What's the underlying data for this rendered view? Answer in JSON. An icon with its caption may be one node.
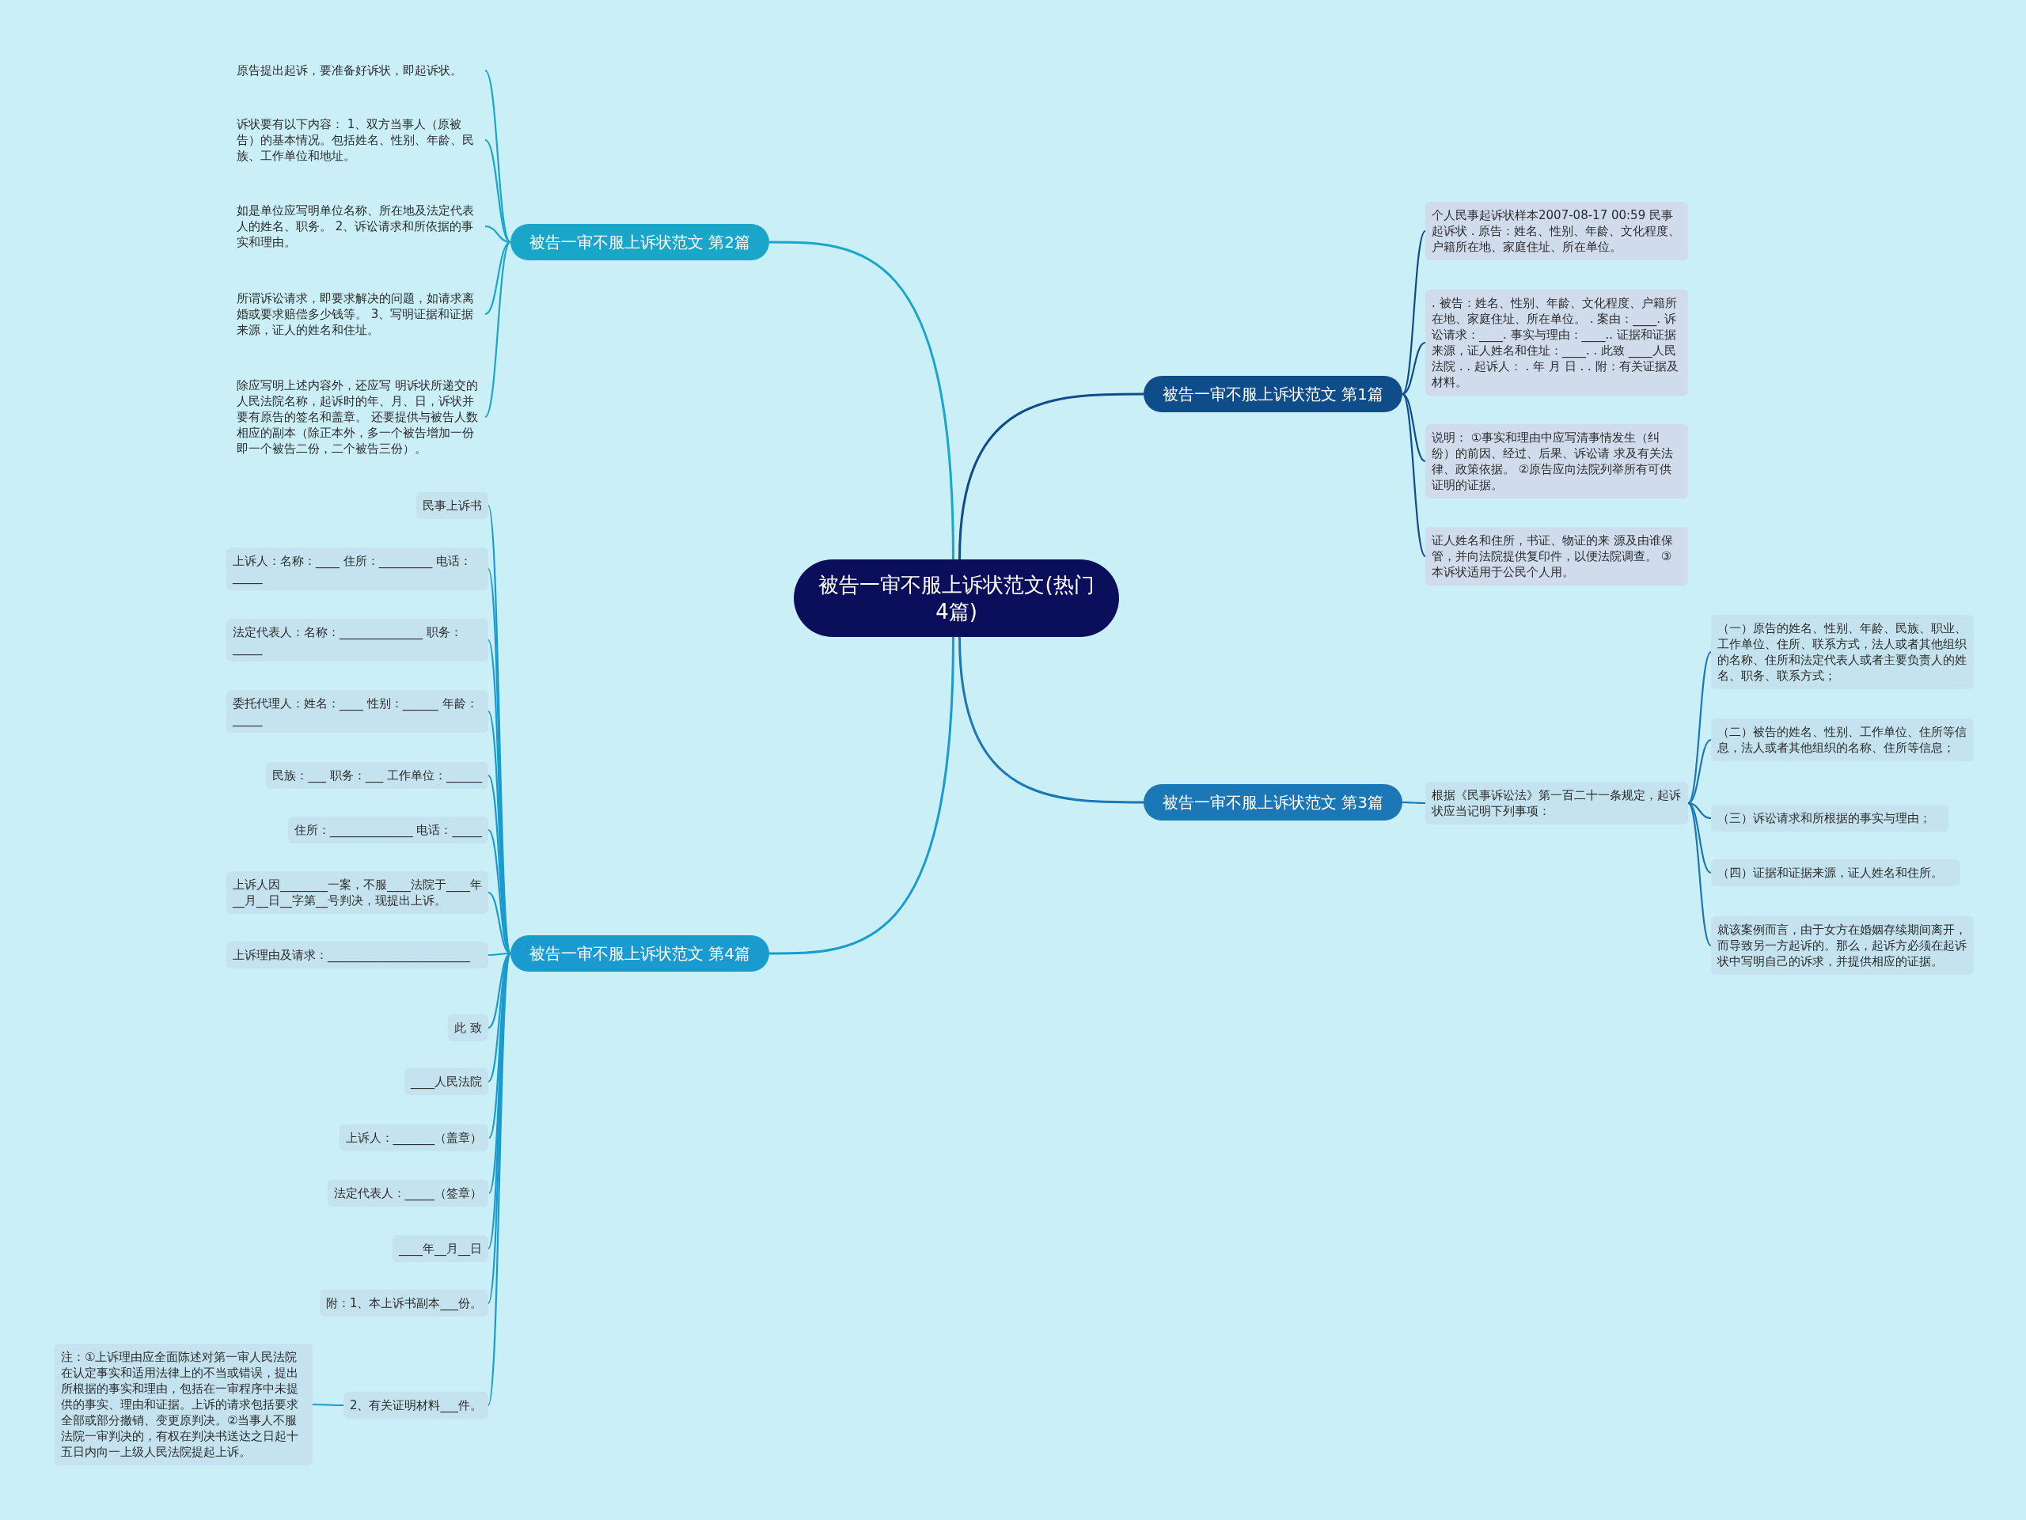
{
  "diagram": {
    "nodes": [
      {
        "text": [
          "被告一审不服上诉状范文(热门4篇)"
        ]
      },
      {
        "text": [
          "被告一审不服上诉状范文 第1篇"
        ]
      },
      {
        "text": [
          "个人民事起诉状样本2007-08-17 00:59 民事起诉状 . 原告：姓名、性别、年龄、文化程度、户籍所在地、家庭住址、所在单位。"
        ]
      },
      {
        "text": [
          ". 被告：姓名、性别、年龄、文化程度、户籍所在地、家庭住址、所在单位。 . 案由：____. 诉讼请求：____. 事实与理由：____.. 证据和证据来源，证人姓名和住址：____. . 此致 ____人民法院 . . 起诉人： . 年 月 日 . . 附：有关证据及材料。"
        ]
      },
      {
        "text": [
          "说明： ①事实和理由中应写清事情发生（纠纷）的前因、经过、后果、诉讼请 求及有关法律、政策依据。 ②原告应向法院列举所有可供证明的证据。"
        ]
      },
      {
        "text": [
          "证人姓名和住所，书证、物证的来 源及由谁保管，并向法院提供复印件，以便法院调查。 ③本诉状适用于公民个人用。"
        ]
      },
      {
        "text": [
          "被告一审不服上诉状范文 第2篇"
        ]
      },
      {
        "text": [
          "原告提出起诉，要准备好诉状，即起诉状。"
        ]
      },
      {
        "text": [
          "诉状要有以下内容： 1、双方当事人（原被告）的基本情况。包括姓名、性别、年龄、民族、工作单位和地址。"
        ]
      },
      {
        "text": [
          "如是单位应写明单位名称、所在地及法定代表人的姓名、职务。 2、诉讼请求和所依据的事实和理由。"
        ]
      },
      {
        "text": [
          "所谓诉讼请求，即要求解决的问题，如请求离婚或要求赔偿多少钱等。 3、写明证据和证据来源，证人的姓名和住址。"
        ]
      },
      {
        "text": [
          "除应写明上述内容外，还应写 明诉状所递交的人民法院名称，起诉时的年、月、日，诉状并要有原告的签名和盖章。 还要提供与被告人数相应的副本（除正本外，多一个被告增加一份即一个被告二份，二个被告三份）。"
        ]
      },
      {
        "text": [
          "被告一审不服上诉状范文 第3篇"
        ]
      },
      {
        "text": [
          "根据《民事诉讼法》第一百二十一条规定，起诉状应当记明下列事项："
        ]
      },
      {
        "text": [
          "（一）原告的姓名、性别、年龄、民族、职业、工作单位、住所、联系方式，法人或者其他组织的名称、住所和法定代表人或者主要负责人的姓名、职务、联系方式；"
        ]
      },
      {
        "text": [
          "（二）被告的姓名、性别、工作单位、住所等信息，法人或者其他组织的名称、住所等信息；"
        ]
      },
      {
        "text": [
          "（三）诉讼请求和所根据的事实与理由；"
        ]
      },
      {
        "text": [
          "（四）证据和证据来源，证人姓名和住所。"
        ]
      },
      {
        "text": [
          "就该案例而言，由于女方在婚姻存续期间离开，而导致另一方起诉的。那么，起诉方必须在起诉状中写明自己的诉求，并提供相应的证据。"
        ]
      },
      {
        "text": [
          "被告一审不服上诉状范文 第4篇"
        ]
      },
      {
        "text": [
          "民事上诉书"
        ]
      },
      {
        "text": [
          "上诉人：名称：____ 住所：_________ 电话：_____"
        ]
      },
      {
        "text": [
          "法定代表人：名称：______________ 职务：_____"
        ]
      },
      {
        "text": [
          "委托代理人：姓名：____ 性别：______ 年龄：_____"
        ]
      },
      {
        "text": [
          "民族：___ 职务：___ 工作单位：______"
        ]
      },
      {
        "text": [
          "住所：______________ 电话：_____"
        ]
      },
      {
        "text": [
          "上诉人因________一案，不服____法院于____年__月__日__字第__号判决，现提出上诉。"
        ]
      },
      {
        "text": [
          "上诉理由及请求：________________________"
        ]
      },
      {
        "text": [
          "此 致"
        ]
      },
      {
        "text": [
          "____人民法院"
        ]
      },
      {
        "text": [
          "上诉人：_______（盖章）"
        ]
      },
      {
        "text": [
          "法定代表人：_____（签章）"
        ]
      },
      {
        "text": [
          "____年__月__日"
        ]
      },
      {
        "text": [
          "附：1、本上诉书副本___份。"
        ]
      },
      {
        "text": [
          "2、有关证明材料___件。"
        ]
      },
      {
        "text": [
          "注：①上诉理由应全面陈述对第一审人民法院在认定事实和适用法律上的不当或错误，提出所根据的事实和理由，包括在一审程序中未提供的事实、理由和证据。上诉的请求包括要求全部或部分撤销、变更原判决。②当事人不服法院一审判决的，有权在判决书送达之日起十五日内向一上级人民法院提起上诉。"
        ]
      }
    ],
    "edges": [
      {
        "from": 0,
        "to": 1,
        "arrow": "none",
        "color": "#0f4c8a"
      },
      {
        "from": 1,
        "to": 2,
        "arrow": "none",
        "color": "#0f4c8a"
      },
      {
        "from": 1,
        "to": 3,
        "arrow": "none",
        "color": "#0f4c8a"
      },
      {
        "from": 1,
        "to": 4,
        "arrow": "none",
        "color": "#0f4c8a"
      },
      {
        "from": 1,
        "to": 5,
        "arrow": "none",
        "color": "#0f4c8a"
      },
      {
        "from": 0,
        "to": 6,
        "arrow": "none",
        "color": "#1aa6c9"
      },
      {
        "from": 6,
        "to": 7,
        "arrow": "none",
        "color": "#1aa6c9"
      },
      {
        "from": 6,
        "to": 8,
        "arrow": "none",
        "color": "#1aa6c9"
      },
      {
        "from": 6,
        "to": 9,
        "arrow": "none",
        "color": "#1aa6c9"
      },
      {
        "from": 6,
        "to": 10,
        "arrow": "none",
        "color": "#1aa6c9"
      },
      {
        "from": 6,
        "to": 11,
        "arrow": "none",
        "color": "#1aa6c9"
      },
      {
        "from": 0,
        "to": 12,
        "arrow": "none",
        "color": "#1b77b5"
      },
      {
        "from": 12,
        "to": 13,
        "arrow": "none",
        "color": "#1b77b5"
      },
      {
        "from": 13,
        "to": 14,
        "arrow": "none",
        "color": "#1b77b5"
      },
      {
        "from": 13,
        "to": 15,
        "arrow": "none",
        "color": "#1b77b5"
      },
      {
        "from": 13,
        "to": 16,
        "arrow": "none",
        "color": "#1b77b5"
      },
      {
        "from": 13,
        "to": 17,
        "arrow": "none",
        "color": "#1b77b5"
      },
      {
        "from": 13,
        "to": 18,
        "arrow": "none",
        "color": "#1b77b5"
      },
      {
        "from": 0,
        "to": 19,
        "arrow": "none",
        "color": "#1a9bcf"
      },
      {
        "from": 19,
        "to": 20,
        "arrow": "none",
        "color": "#1a9bcf"
      },
      {
        "from": 19,
        "to": 21,
        "arrow": "none",
        "color": "#1a9bcf"
      },
      {
        "from": 19,
        "to": 22,
        "arrow": "none",
        "color": "#1a9bcf"
      },
      {
        "from": 19,
        "to": 23,
        "arrow": "none",
        "color": "#1a9bcf"
      },
      {
        "from": 19,
        "to": 24,
        "arrow": "none",
        "color": "#1a9bcf"
      },
      {
        "from": 19,
        "to": 25,
        "arrow": "none",
        "color": "#1a9bcf"
      },
      {
        "from": 19,
        "to": 26,
        "arrow": "none",
        "color": "#1a9bcf"
      },
      {
        "from": 19,
        "to": 27,
        "arrow": "none",
        "color": "#1a9bcf"
      },
      {
        "from": 19,
        "to": 28,
        "arrow": "none",
        "color": "#1a9bcf"
      },
      {
        "from": 19,
        "to": 29,
        "arrow": "none",
        "color": "#1a9bcf"
      },
      {
        "from": 19,
        "to": 30,
        "arrow": "none",
        "color": "#1a9bcf"
      },
      {
        "from": 19,
        "to": 31,
        "arrow": "none",
        "color": "#1a9bcf"
      },
      {
        "from": 19,
        "to": 32,
        "arrow": "none",
        "color": "#1a9bcf"
      },
      {
        "from": 19,
        "to": 33,
        "arrow": "none",
        "color": "#1a9bcf"
      },
      {
        "from": 19,
        "to": 34,
        "arrow": "none",
        "color": "#1a9bcf"
      },
      {
        "from": 34,
        "to": 35,
        "arrow": "none",
        "color": "#1a9bcf"
      }
    ]
  }
}
